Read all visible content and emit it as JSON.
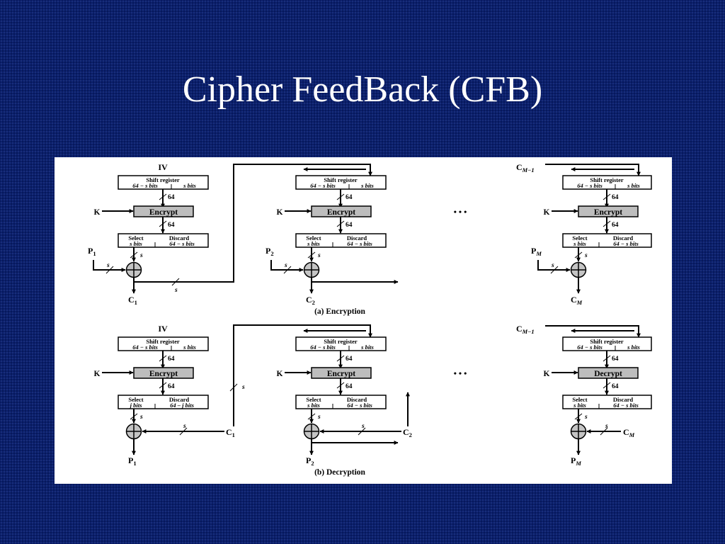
{
  "title": "Cipher FeedBack (CFB)",
  "labels": {
    "iv": "IV",
    "k": "K",
    "shift_register": "Shift register",
    "shift_left": "64 − s bits",
    "shift_right": "s bits",
    "bus_64": "64",
    "bus_s": "s",
    "encrypt": "Encrypt",
    "decrypt": "Decrypt",
    "select": "Select",
    "discard": "Discard",
    "select_bits_s": "s bits",
    "select_bits_j": "j bits",
    "discard_bits_s": "64 − s bits",
    "discard_bits_j": "64 – j bits",
    "ellipsis": "•    •    •",
    "p": "P",
    "c": "C",
    "sub_1": "1",
    "sub_2": "2",
    "sub_m": "M",
    "sub_m_minus_1": "M−1"
  },
  "captions": {
    "encryption": "(a) Encryption",
    "decryption": "(b) Decryption"
  }
}
